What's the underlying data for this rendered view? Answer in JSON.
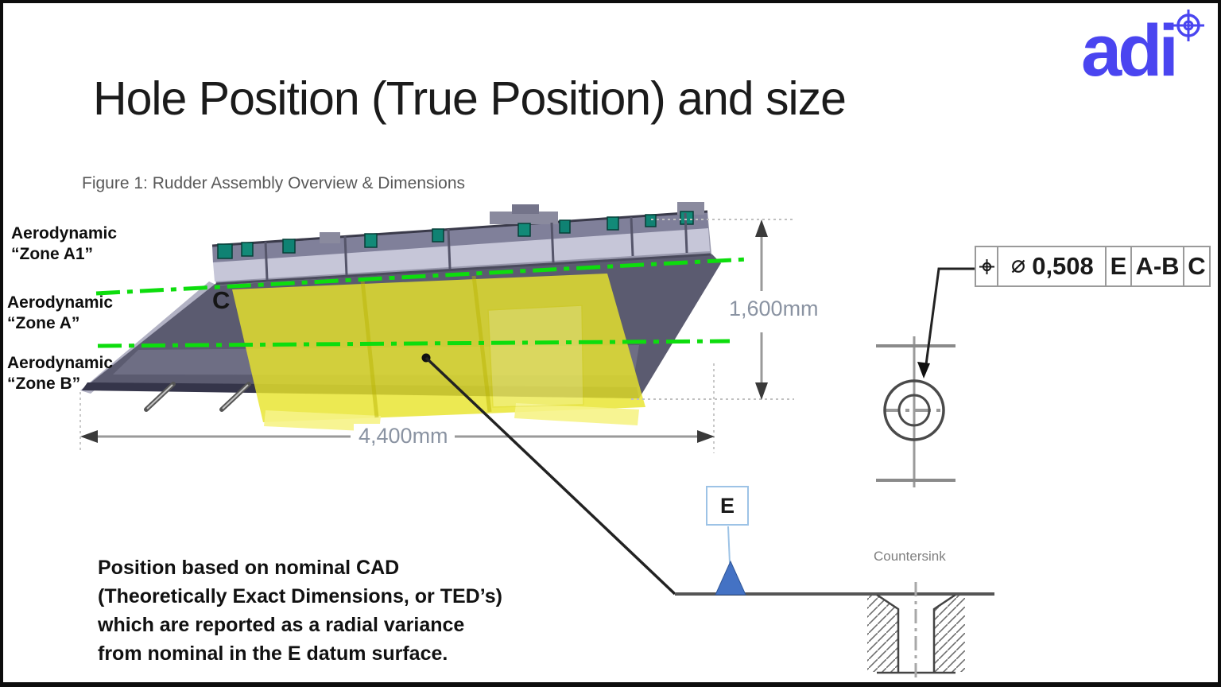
{
  "slide": {
    "title": "Hole Position (True Position) and size",
    "logo": {
      "text": "adi",
      "icon": "crosshair-target-icon"
    },
    "figure": {
      "caption": "Figure 1: Rudder Assembly Overview & Dimensions",
      "zone_labels": [
        {
          "line1": "Aerodynamic",
          "line2": "“Zone A1”"
        },
        {
          "line1": "Aerodynamic",
          "line2": "“Zone A”"
        },
        {
          "line1": "Aerodynamic",
          "line2": "“Zone B”"
        }
      ],
      "c_mark": "C",
      "dimensions": {
        "height_label": "1,600mm",
        "width_label": "4,400mm"
      }
    },
    "gdt": {
      "feature_control_frame": {
        "position_icon": "true-position-symbol",
        "diameter_icon": "diameter-symbol",
        "tolerance_value": "0,508",
        "datum_primary": "E",
        "datum_secondary": "A-B",
        "datum_tertiary": "C"
      },
      "datum_flag": "E",
      "countersink_label": "Countersink"
    },
    "note_lines": [
      "Position based on nominal CAD",
      "(Theoretically Exact Dimensions, or TED’s)",
      "which are reported as a radial variance",
      "from nominal in the E datum surface."
    ]
  },
  "colors": {
    "logo_blue": "#4a45f0",
    "datum_triangle_blue": "#4472c4",
    "datum_box_border": "#9dc3e6",
    "zone_highlight_yellow": "#e8e42c",
    "zone_line_green": "#0ddd0d",
    "dimension_text": "#8a93a2",
    "rudder_body_gray": "#5b5b70"
  }
}
